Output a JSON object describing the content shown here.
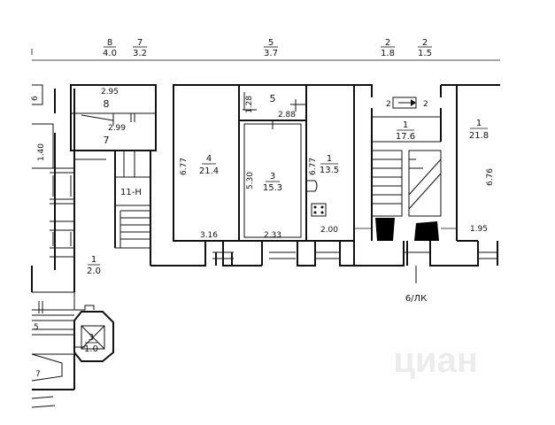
{
  "top_axis": [
    {
      "num": "8",
      "val": "4.0"
    },
    {
      "num": "7",
      "val": "3.2"
    },
    {
      "num": "5",
      "val": "3.7"
    },
    {
      "num": "2",
      "val": "1.8"
    },
    {
      "num": "2",
      "val": "1.5"
    }
  ],
  "rooms": [
    {
      "num": "8",
      "area": "2.95"
    },
    {
      "num": "7",
      "area": "2.99"
    },
    {
      "num": "11-H",
      "area": ""
    },
    {
      "num": "4",
      "area": "21.4"
    },
    {
      "num": "3",
      "area": "15.3"
    },
    {
      "num": "5",
      "area": "2.88"
    },
    {
      "num": "1",
      "area": "13.5"
    },
    {
      "num": "1",
      "area": "17.6"
    },
    {
      "num": "1",
      "area": "21.8"
    },
    {
      "num": "1",
      "area": "2.0"
    },
    {
      "num": "3",
      "area": "1.0"
    }
  ],
  "dimensions": [
    "1.40",
    "6.77",
    "3.16",
    "5.30",
    "1.28",
    "2.33",
    "6.77",
    "2.00",
    "6.76",
    "1.95"
  ],
  "markers": {
    "two_left": "2",
    "two_right": "2",
    "entrance": "6/ЛК"
  },
  "colors": {
    "line": "#111111",
    "fill": "#000000",
    "watermark": "#e6e6e6"
  },
  "watermark": "циан"
}
